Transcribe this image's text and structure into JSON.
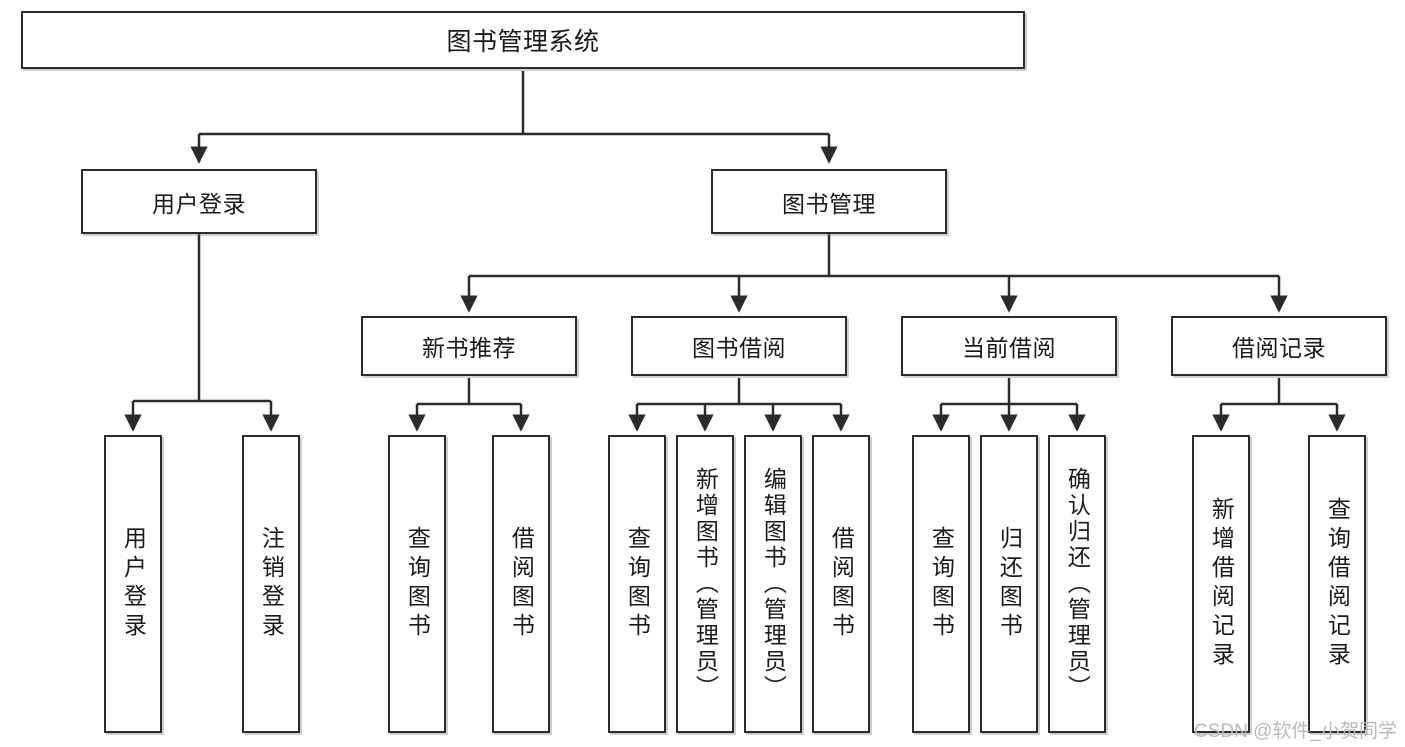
{
  "diagram": {
    "type": "tree-hierarchy",
    "title": "图书管理系统",
    "watermark": "CSDN @软件_小贺同学",
    "colors": {
      "stroke": "#2b2b2b",
      "fill": "#ffffff",
      "text": "#1a1a1a",
      "watermark": "#b9b9b9"
    },
    "nodes": {
      "root": {
        "label": "图书管理系统"
      },
      "level2": [
        {
          "label": "用户登录"
        },
        {
          "label": "图书管理"
        }
      ],
      "level3": [
        {
          "label": "新书推荐"
        },
        {
          "label": "图书借阅"
        },
        {
          "label": "当前借阅"
        },
        {
          "label": "借阅记录"
        }
      ],
      "leaves": {
        "user_login": [
          {
            "label": "用户登录"
          },
          {
            "label": "注销登录"
          }
        ],
        "new_book": [
          {
            "label": "查询图书"
          },
          {
            "label": "借阅图书"
          }
        ],
        "book_borrow": [
          {
            "label": "查询图书"
          },
          {
            "label": "新增图书（管理员）"
          },
          {
            "label": "编辑图书（管理员）"
          },
          {
            "label": "借阅图书"
          }
        ],
        "current_borrow": [
          {
            "label": "查询图书"
          },
          {
            "label": "归还图书"
          },
          {
            "label": "确认归还（管理员）"
          }
        ],
        "borrow_record": [
          {
            "label": "新增借阅记录"
          },
          {
            "label": "查询借阅记录"
          }
        ]
      }
    }
  }
}
